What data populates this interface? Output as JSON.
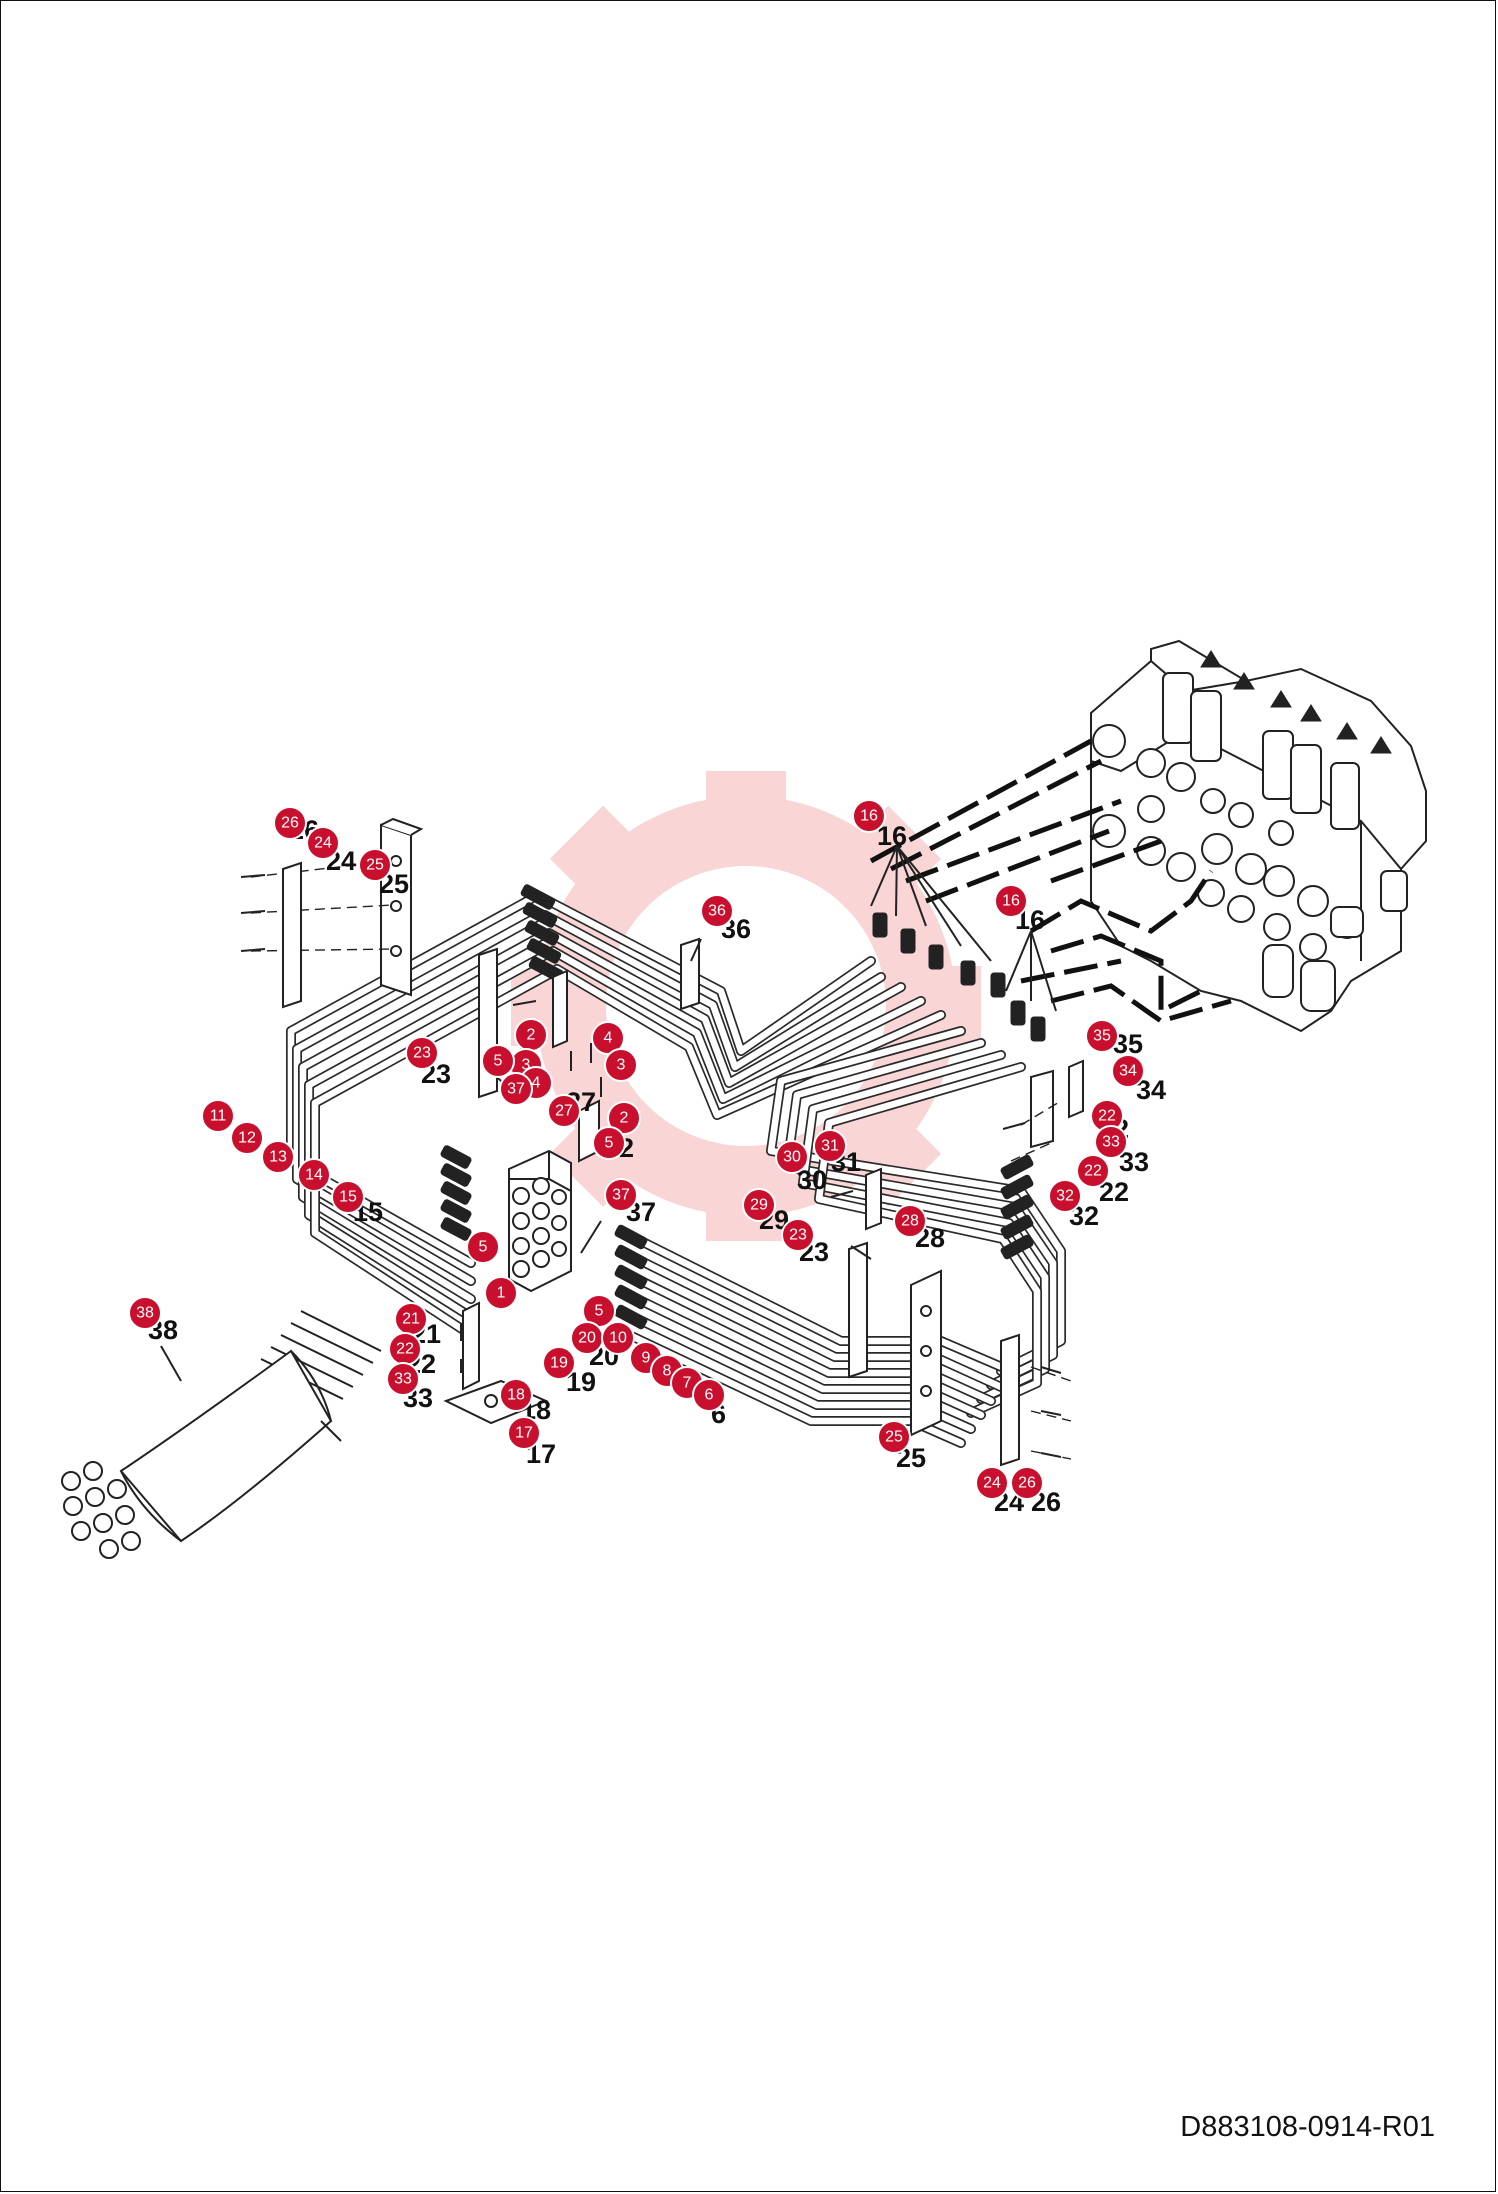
{
  "drawing_code": "D883108-0914-R01",
  "callouts": [
    "1",
    "2",
    "3",
    "4",
    "5",
    "6",
    "7",
    "8",
    "9",
    "10",
    "11",
    "12",
    "13",
    "14",
    "15",
    "16",
    "17",
    "18",
    "19",
    "20",
    "21",
    "22",
    "23",
    "24",
    "25",
    "26",
    "27",
    "28",
    "29",
    "30",
    "31",
    "32",
    "33",
    "34",
    "35",
    "36",
    "37",
    "38"
  ],
  "colors": {
    "badge": "#c8102e",
    "watermark": "#f5b4b4",
    "line": "#222222"
  }
}
